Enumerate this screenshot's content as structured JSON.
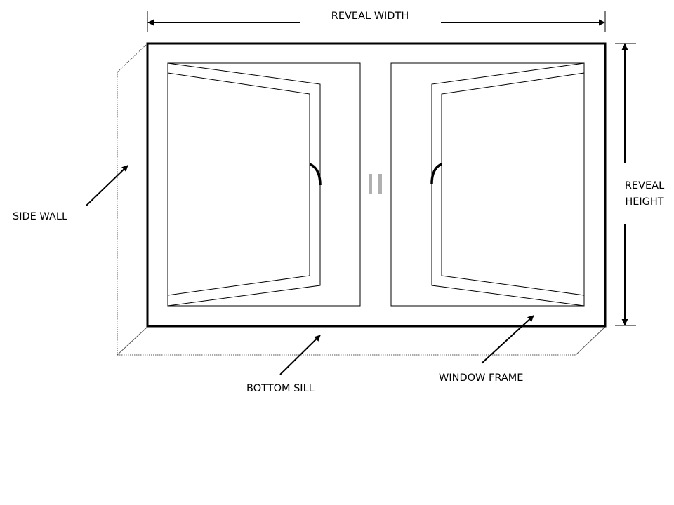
{
  "labels": {
    "reveal_width": "REVEAL WIDTH",
    "reveal_height_line1": "REVEAL",
    "reveal_height_line2": "HEIGHT",
    "side_wall": "SIDE WALL",
    "bottom_sill": "BOTTOM SILL",
    "window_frame": "WINDOW FRAME"
  },
  "colors": {
    "line": "#000000",
    "dotted": "#555555",
    "handle_center": "#b0b0b0",
    "background": "#ffffff"
  }
}
